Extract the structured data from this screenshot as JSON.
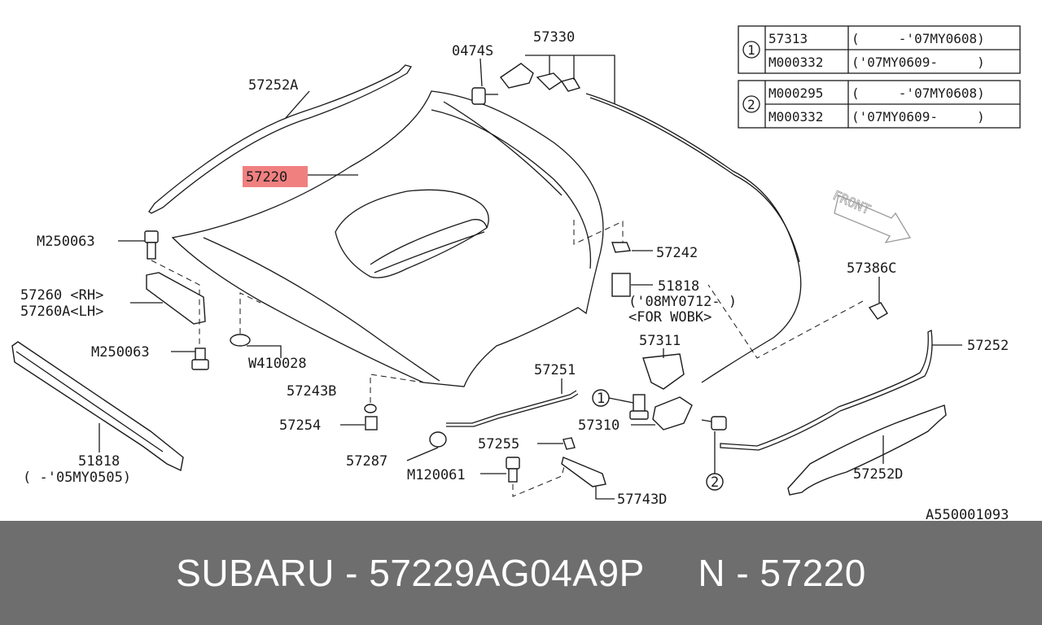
{
  "diagram": {
    "labels": {
      "l_57252A": "57252A",
      "l_0474S": "0474S",
      "l_57330": "57330",
      "l_57220": "57220",
      "l_M250063a": "M250063",
      "l_57260": "57260 <RH>",
      "l_57260A": "57260A<LH>",
      "l_M250063b": "M250063",
      "l_W410028": "W410028",
      "l_57242": "57242",
      "l_51818a": "51818",
      "l_51818a_n1": "('08MY0712-  )",
      "l_51818a_n2": "<FOR WOBK>",
      "l_57386C": "57386C",
      "l_57311": "57311",
      "l_57252": "57252",
      "l_57251": "57251",
      "l_57243B": "57243B",
      "l_57254": "57254",
      "l_57310": "57310",
      "l_57255": "57255",
      "l_57287": "57287",
      "l_M120061": "M120061",
      "l_57743D": "57743D",
      "l_51818b": "51818",
      "l_51818b_n": "(  -'05MY0505)",
      "l_57252D": "57252D",
      "l_ref": "A550001093",
      "l_c1": "1",
      "l_c2": "2",
      "front": "FRONT"
    },
    "table1": {
      "marker": "1",
      "rows": [
        {
          "part": "57313",
          "range": "(     -'07MY0608)"
        },
        {
          "part": "M000332",
          "range": "('07MY0609-     )"
        }
      ]
    },
    "table2": {
      "marker": "2",
      "rows": [
        {
          "part": "M000295",
          "range": "(     -'07MY0608)"
        },
        {
          "part": "M000332",
          "range": "('07MY0609-     )"
        }
      ]
    },
    "highlight_color": "#f08080"
  },
  "footer": {
    "text": "SUBARU - 57229AG04A9P     N - 57220"
  }
}
